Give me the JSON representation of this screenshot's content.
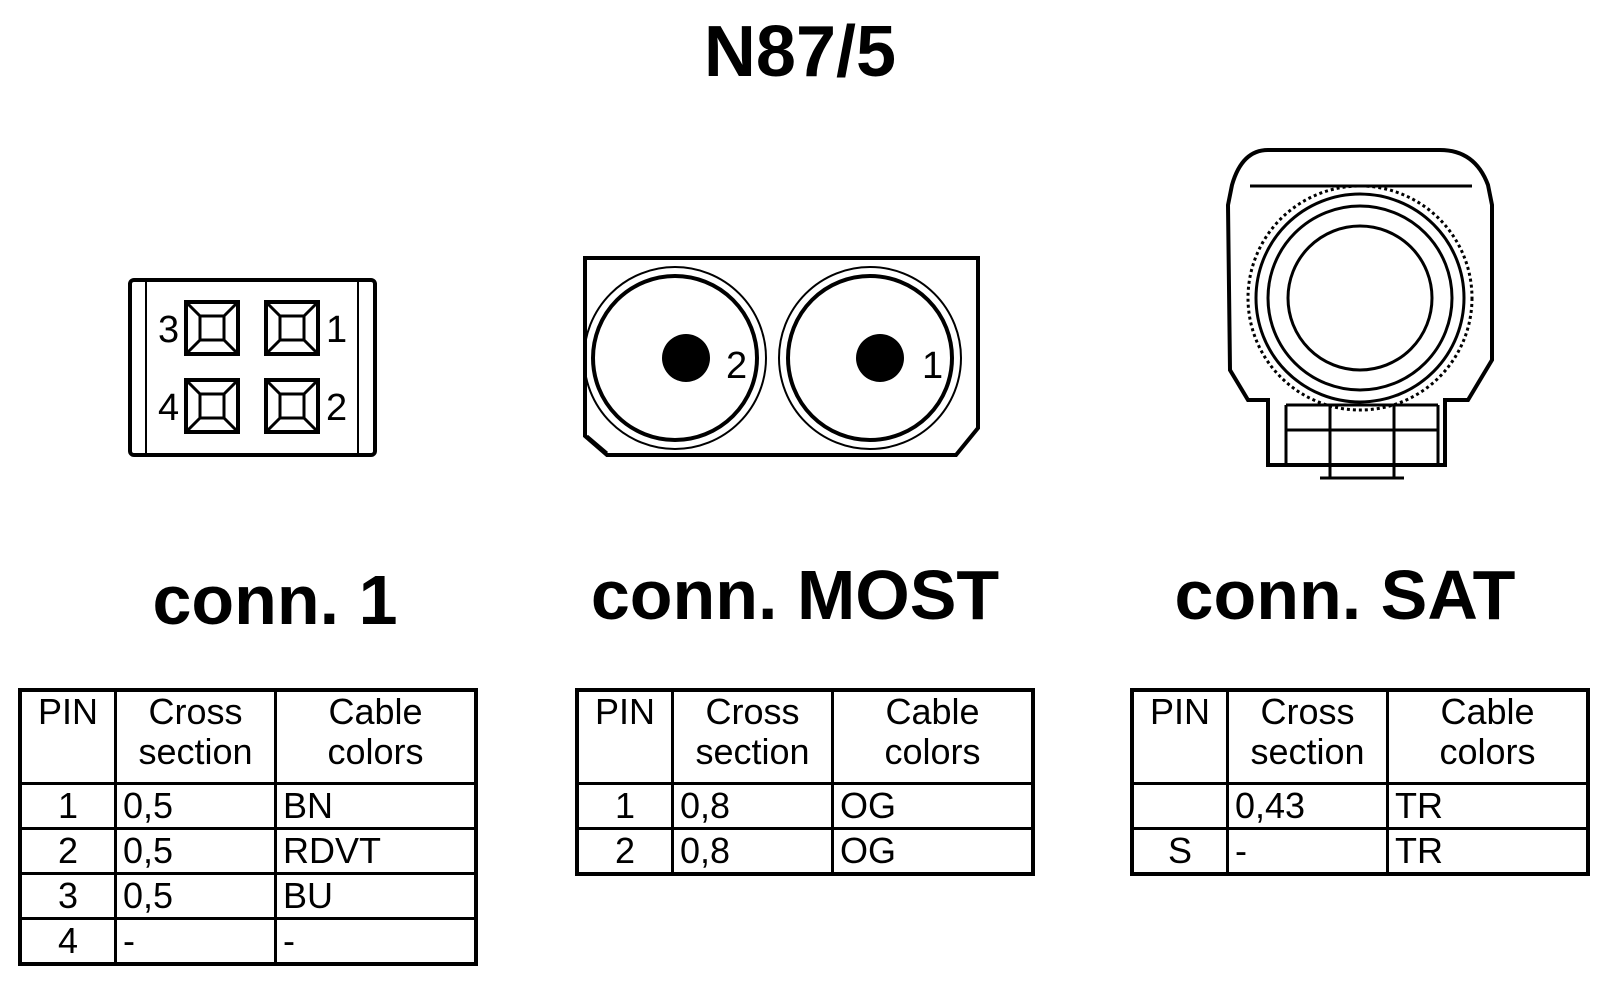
{
  "title": "N87/5",
  "connectors": [
    {
      "name": "conn. 1",
      "pin_labels": [
        "3",
        "1",
        "4",
        "2"
      ],
      "headers": [
        "PIN",
        "Cross section",
        "Cable colors"
      ],
      "rows": [
        {
          "pin": "1",
          "cross_section": "0,5",
          "color": "BN"
        },
        {
          "pin": "2",
          "cross_section": "0,5",
          "color": "RDVT"
        },
        {
          "pin": "3",
          "cross_section": "0,5",
          "color": "BU"
        },
        {
          "pin": "4",
          "cross_section": "-",
          "color": "-"
        }
      ]
    },
    {
      "name": "conn. MOST",
      "pin_labels": [
        "2",
        "1"
      ],
      "headers": [
        "PIN",
        "Cross section",
        "Cable colors"
      ],
      "rows": [
        {
          "pin": "1",
          "cross_section": "0,8",
          "color": "OG"
        },
        {
          "pin": "2",
          "cross_section": "0,8",
          "color": "OG"
        }
      ]
    },
    {
      "name": "conn. SAT",
      "headers": [
        "PIN",
        "Cross section",
        "Cable colors"
      ],
      "rows": [
        {
          "pin": "",
          "cross_section": "0,43",
          "color": "TR"
        },
        {
          "pin": "S",
          "cross_section": "-",
          "color": "TR"
        }
      ]
    }
  ]
}
